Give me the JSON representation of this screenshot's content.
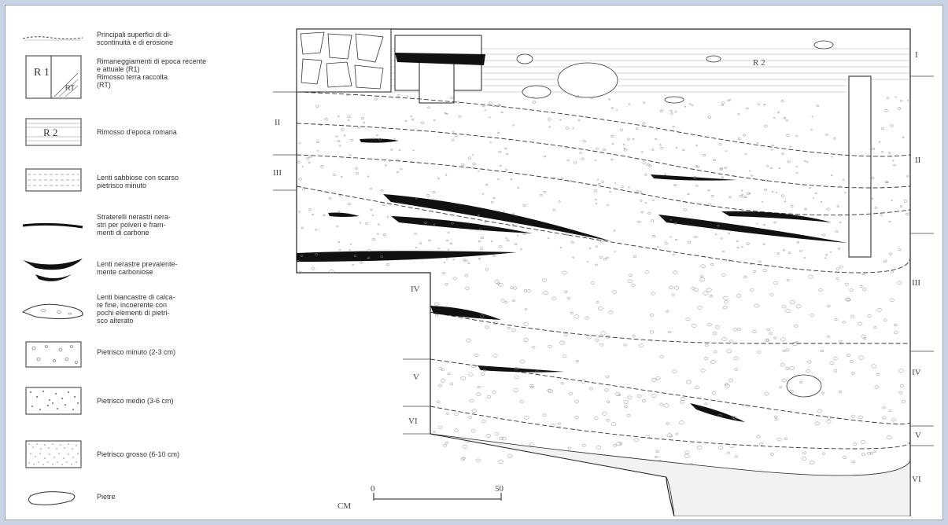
{
  "legend": [
    {
      "id": "disc",
      "text": "Principali superfici di di-\nscontinuità e di erosione",
      "icon": "discontinuity-icon"
    },
    {
      "id": "rim",
      "text": "Rimaneggiamenti di epoca recente\ne attuale (R1)\nRimosso terra raccolta\n(RT)",
      "box_labels": [
        "R 1",
        "RT"
      ],
      "icon": "recent-fill-icon"
    },
    {
      "id": "r2",
      "text": "Rimosso d'epoca romana",
      "box_label": "R 2",
      "icon": "roman-fill-icon"
    },
    {
      "id": "sand",
      "text": "Lenti sabbiose con scarso\npietrisco minuto",
      "icon": "sand-lens-icon"
    },
    {
      "id": "thin",
      "text": "Straterelli nerastri nera-\nstri per polveri e fram-\nmenti di carbone",
      "icon": "thin-dark-layer-icon"
    },
    {
      "id": "thick",
      "text": "Lenti nerastre prevalente-\nmente carboniose",
      "icon": "carbon-lens-icon"
    },
    {
      "id": "white",
      "text": "Lenti biancastre di calca-\nre fine, incoerente con\npochi elementi di pietri-\nsco alterato",
      "icon": "white-lens-icon"
    },
    {
      "id": "fine",
      "text": "Pietrisco minuto (2-3 cm)",
      "icon": "fine-gravel-icon"
    },
    {
      "id": "med",
      "text": "Pietrisco medio (3-6 cm)",
      "icon": "medium-gravel-icon"
    },
    {
      "id": "coarse",
      "text": "Pietrisco grosso (6-10 cm)",
      "icon": "coarse-gravel-icon"
    },
    {
      "id": "stone",
      "text": "Pietre",
      "icon": "stone-icon"
    }
  ],
  "section": {
    "fill_label": "R 2",
    "left_numerals": [
      "II",
      "III",
      "IV",
      "V",
      "VI"
    ],
    "right_numerals": [
      "I",
      "II",
      "III",
      "IV",
      "V",
      "VI"
    ],
    "scale": {
      "unit": "CM",
      "start": "0",
      "end": "50"
    }
  },
  "colors": {
    "ink": "#1a1a1a",
    "paper": "#ffffff",
    "frame": "#c9d3e3"
  }
}
